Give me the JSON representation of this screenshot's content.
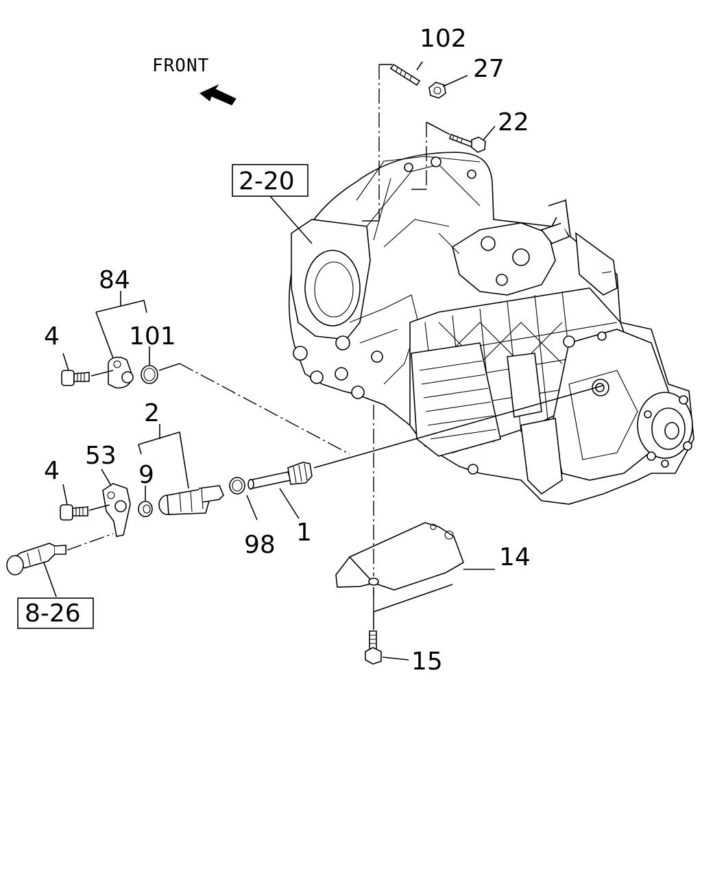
{
  "front_label": "FRONT",
  "callouts": {
    "p102": "102",
    "p27": "27",
    "p22": "22",
    "ref_2_20": "2-20",
    "p84": "84",
    "p4a": "4",
    "p101": "101",
    "p2": "2",
    "p53": "53",
    "p4b": "4",
    "p9": "9",
    "p98": "98",
    "p1": "1",
    "p14": "14",
    "p15": "15",
    "ref_8_26": "8-26"
  },
  "icons": {
    "front_arrow": "arrow-up-left-icon"
  }
}
